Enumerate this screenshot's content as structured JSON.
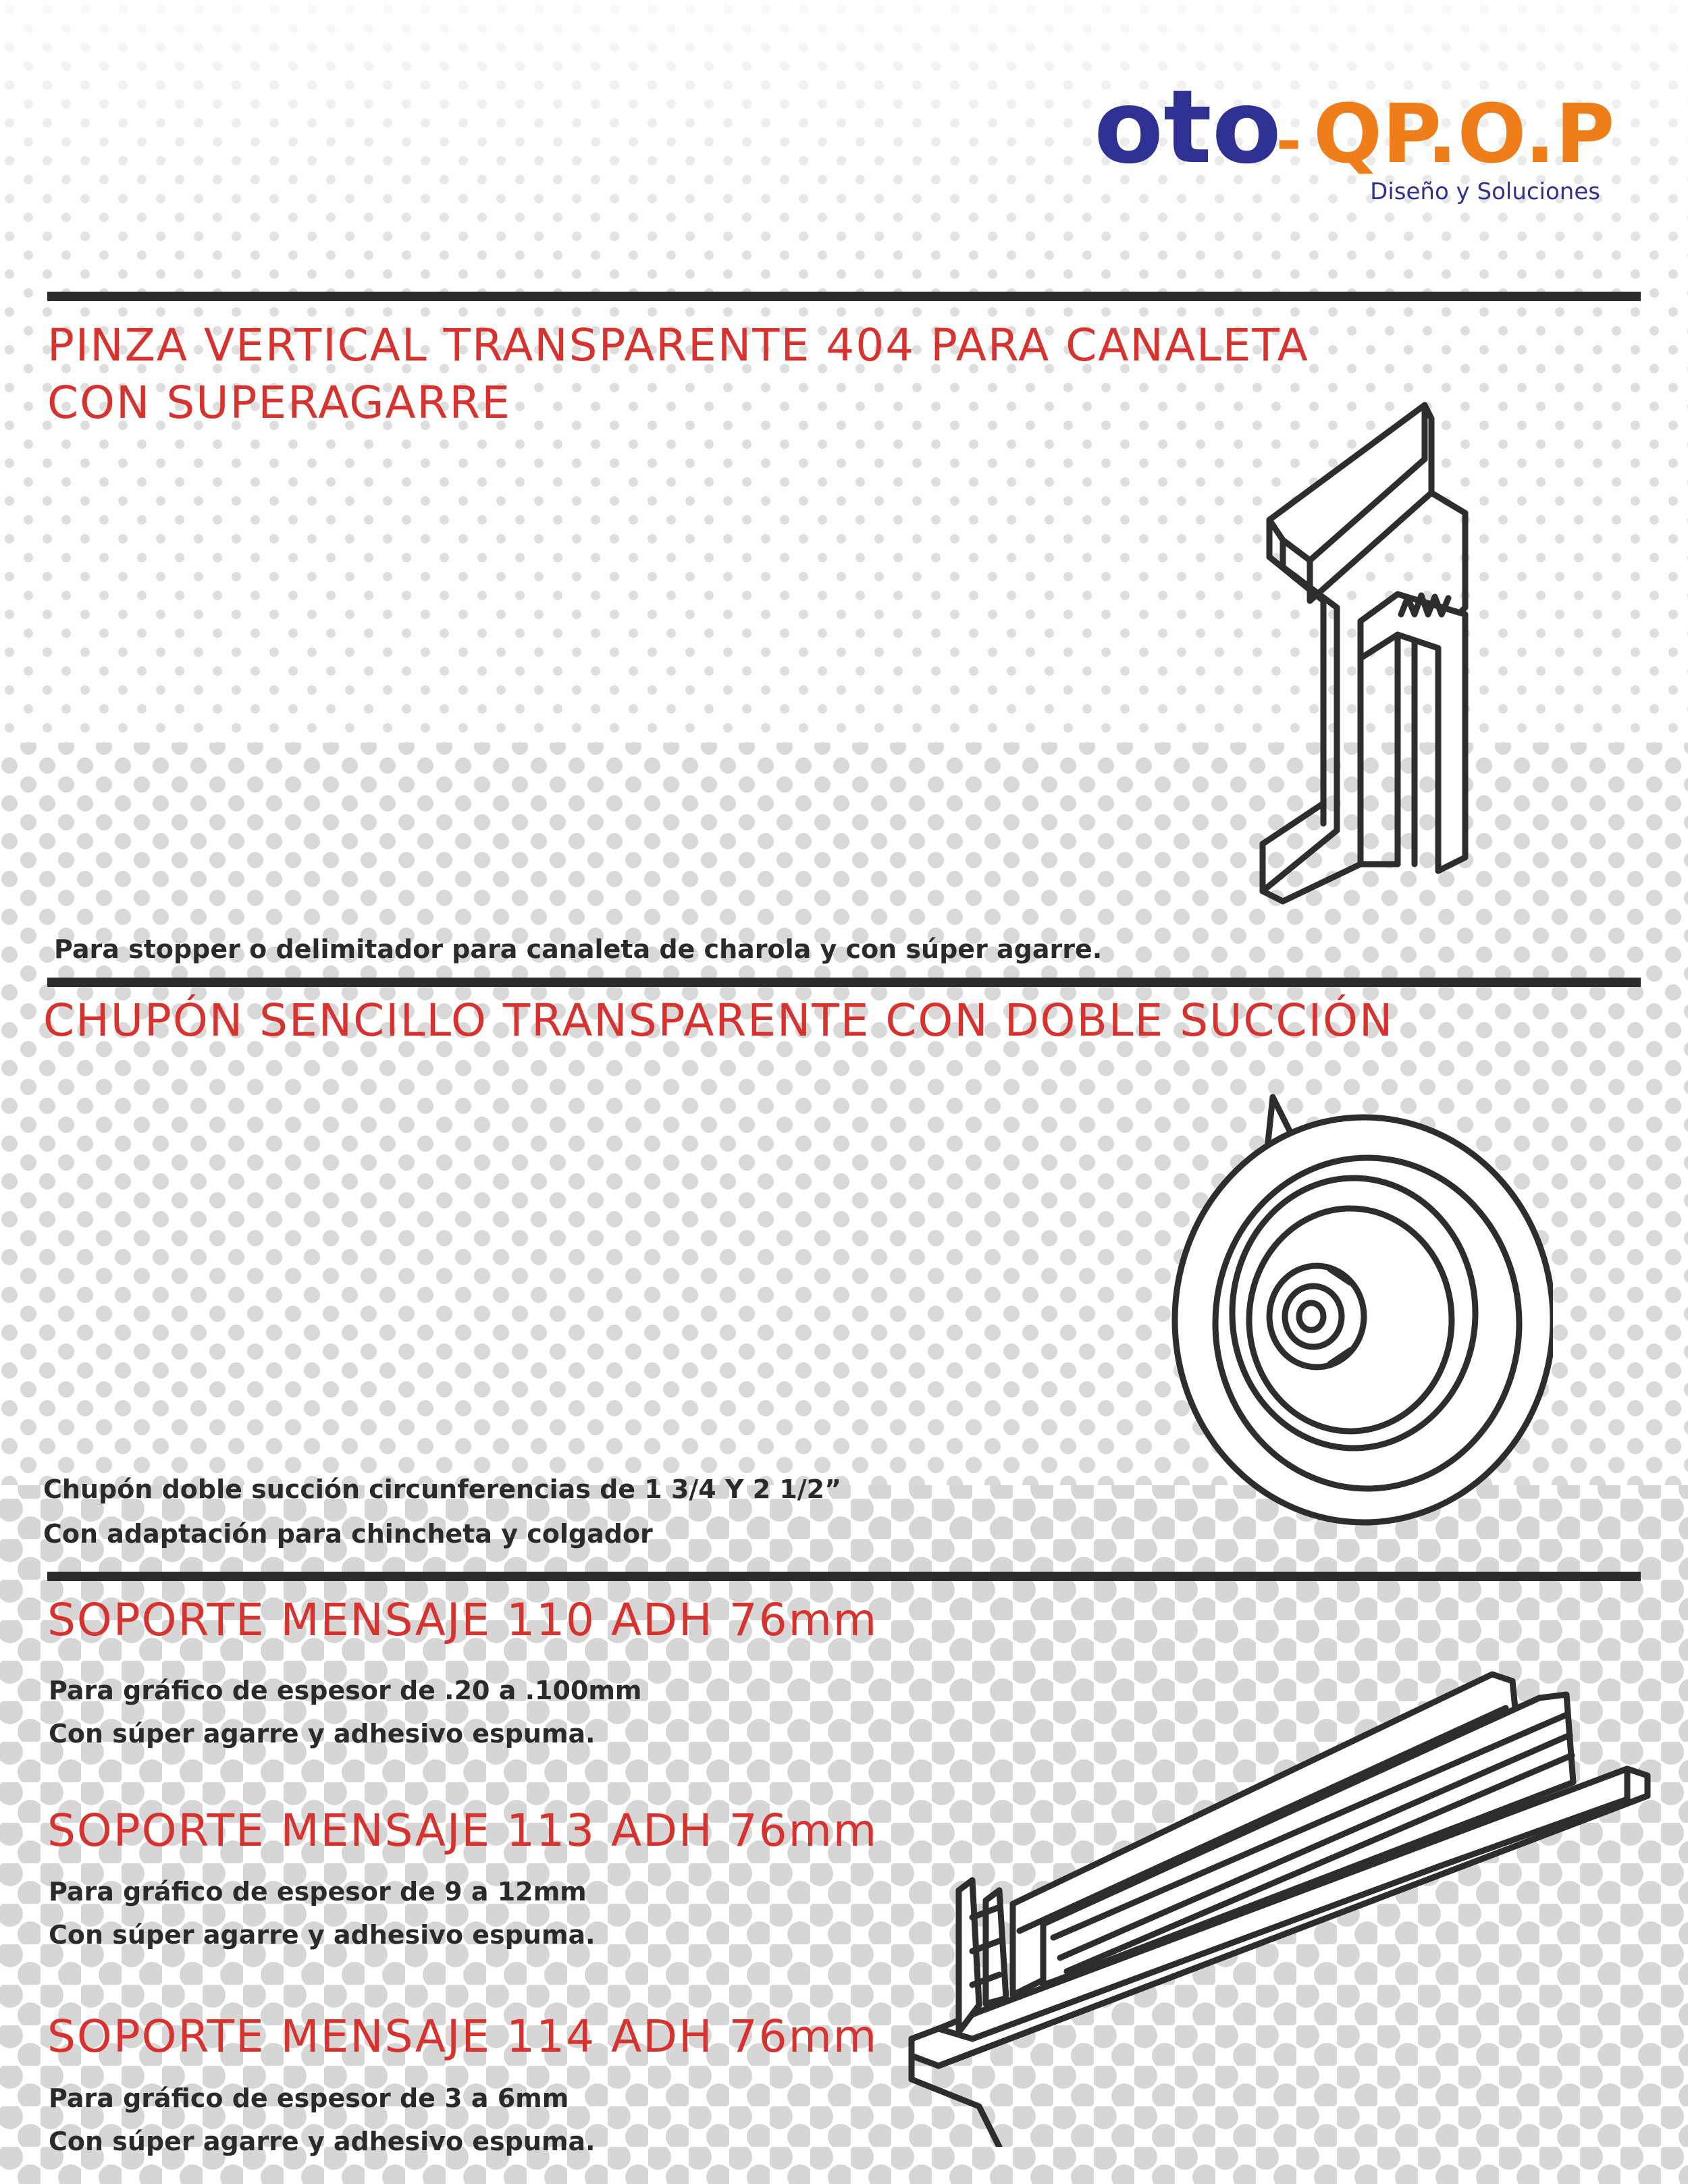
{
  "brand": {
    "logo_word_left": "oto",
    "logo_dash": "-",
    "logo_word_right": "QP.O.P",
    "tagline": "Diseño y Soluciones",
    "colors": {
      "navy": "#2f3192",
      "orange": "#ee7d1a",
      "red": "#d8322f"
    }
  },
  "sections": {
    "pinza": {
      "title_line1": "PINZA VERTICAL TRANSPARENTE 404 PARA CANALETA",
      "title_line2": "CON SUPERAGARRE",
      "description": "Para stopper o delimitador para canaleta de charola y con súper agarre."
    },
    "chupon": {
      "title": "CHUPÓN SENCILLO TRANSPARENTE CON DOBLE SUCCIÓN",
      "line1": "Chupón doble succión circunferencias de 1 3/4 Y 2 1/2”",
      "line2": "Con adaptación para chincheta y colgador"
    },
    "soporte": {
      "items": [
        {
          "title": "SOPORTE MENSAJE 110 ADH 76mm",
          "line1": "Para gráfico de espesor de .20 a .100mm",
          "line2": "Con súper agarre y adhesivo espuma."
        },
        {
          "title": "SOPORTE MENSAJE 113 ADH 76mm",
          "line1": "Para gráfico de espesor de 9 a 12mm",
          "line2": "Con súper agarre y adhesivo espuma."
        },
        {
          "title": "SOPORTE MENSAJE 114 ADH 76mm",
          "line1": "Para gráfico de espesor de 3 a 6mm",
          "line2": "Con súper agarre y adhesivo espuma."
        }
      ]
    }
  },
  "colors": {
    "title_red": "#d8322f",
    "text_dark": "#2a2a2a",
    "rule": "#2b2b2b",
    "dot_gray": "#d9d9d9"
  },
  "icons": [
    "pinza-clip-illustration",
    "suction-cup-illustration",
    "sign-holder-rail-illustration"
  ]
}
